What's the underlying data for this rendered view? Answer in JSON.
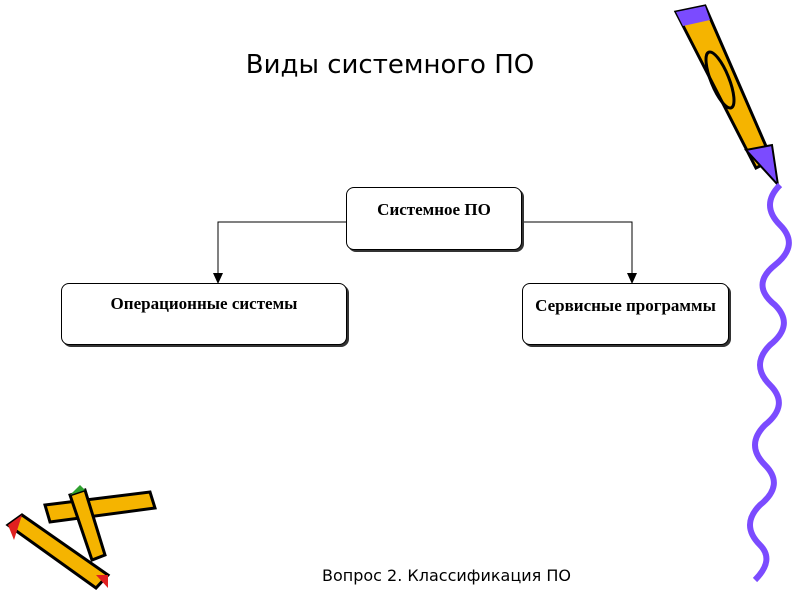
{
  "slide": {
    "title": "Виды системного ПО",
    "footer": "Вопрос 2. Классификация ПО"
  },
  "diagram": {
    "root": "Системное ПО",
    "children": [
      "Операционные системы",
      "Сервисные программы"
    ]
  },
  "colors": {
    "crayon_body": "#F5B400",
    "crayon_tip": "#7B4BFF",
    "wave": "#7B4BFF",
    "red_crayon_tip": "#E02020",
    "green_crayon_tip": "#2FA02F"
  }
}
